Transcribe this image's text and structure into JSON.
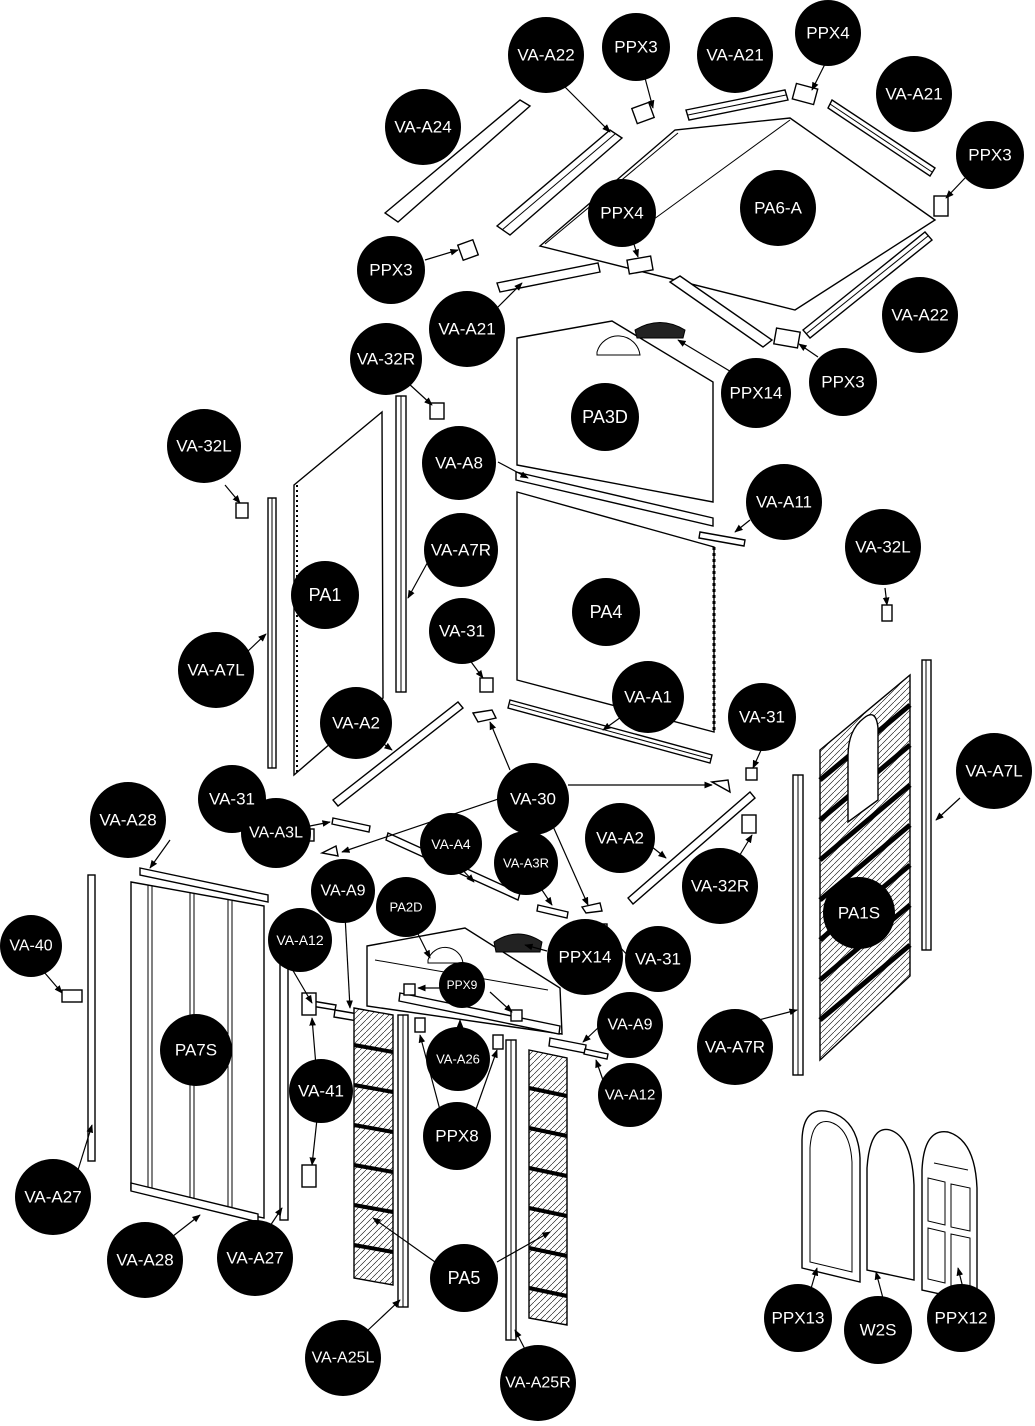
{
  "colors": {
    "callout_fill": "#000000",
    "callout_text": "#ffffff",
    "line": "#000000",
    "background": "#ffffff"
  },
  "labels": {
    "va_a22_top": "VA-A22",
    "ppx3_top": "PPX3",
    "va_a21_top": "VA-A21",
    "ppx4_top": "PPX4",
    "va_a21_right": "VA-A21",
    "va_a24": "VA-A24",
    "ppx3_right": "PPX3",
    "pa6_a": "PA6-A",
    "ppx4_mid": "PPX4",
    "ppx3_left": "PPX3",
    "va_a21_left": "VA-A21",
    "va_a22_right": "VA-A22",
    "va_32r_top": "VA-32R",
    "ppx14_top": "PPX14",
    "ppx3_bottom": "PPX3",
    "pa3d": "PA3D",
    "va_32l_left": "VA-32L",
    "va_a8": "VA-A8",
    "va_a11": "VA-A11",
    "va_32l_right": "VA-32L",
    "va_a7r_top": "VA-A7R",
    "pa1": "PA1",
    "pa4": "PA4",
    "va_31_top": "VA-31",
    "va_a7l_left": "VA-A7L",
    "va_a1": "VA-A1",
    "va_31_right": "VA-31",
    "va_a2_left": "VA-A2",
    "va_a7l_right": "VA-A7L",
    "va_31_left": "VA-31",
    "va_30": "VA-30",
    "va_a28_top": "VA-A28",
    "va_a3l": "VA-A3L",
    "va_a4": "VA-A4",
    "va_a3r": "VA-A3R",
    "va_a2_right": "VA-A2",
    "va_a9_left": "VA-A9",
    "pa2d": "PA2D",
    "va_32r_right": "VA-32R",
    "pa1s": "PA1S",
    "va_a12_left": "VA-A12",
    "va_40": "VA-40",
    "ppx9": "PPX9",
    "ppx14_bottom": "PPX14",
    "va_31_bottom": "VA-31",
    "va_a9_right": "VA-A9",
    "pa7s": "PA7S",
    "va_a26": "VA-A26",
    "va_a7r_bottom": "VA-A7R",
    "va_a12_right": "VA-A12",
    "va_41": "VA-41",
    "ppx8": "PPX8",
    "va_a27_left": "VA-A27",
    "va_a28_bottom": "VA-A28",
    "va_a27_mid": "VA-A27",
    "pa5": "PA5",
    "va_a25l": "VA-A25L",
    "ppx13": "PPX13",
    "w2s": "W2S",
    "ppx12": "PPX12",
    "va_a25r": "VA-A25R"
  }
}
